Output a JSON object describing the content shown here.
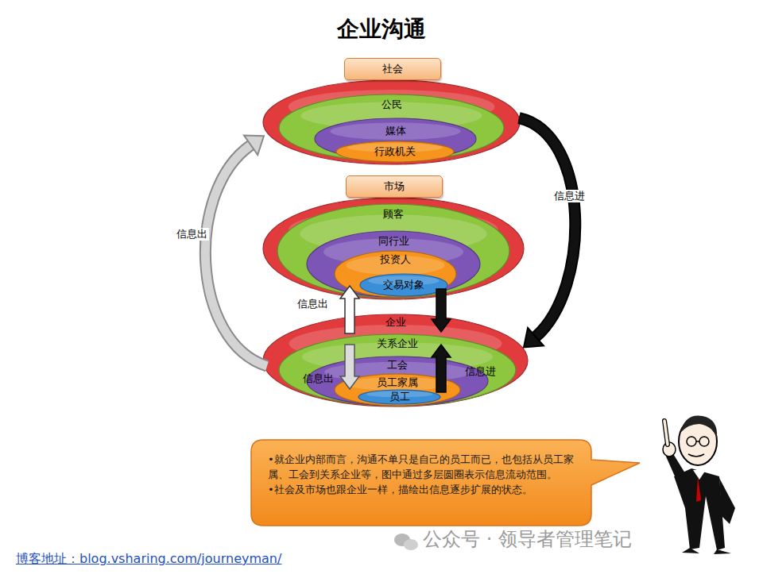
{
  "diagram": {
    "title": "企业沟通",
    "nodes": [
      {
        "text": [
          "社会"
        ]
      },
      {
        "text": [
          "公民"
        ],
        "in": 0
      },
      {
        "text": [
          "媒体"
        ],
        "in": 1
      },
      {
        "text": [
          "行政机关"
        ],
        "in": 2
      },
      {
        "text": [
          "市场"
        ]
      },
      {
        "text": [
          "顾客"
        ],
        "in": 4
      },
      {
        "text": [
          "同行业"
        ],
        "in": 5
      },
      {
        "text": [
          "投资人"
        ],
        "in": 6
      },
      {
        "text": [
          "交易对象"
        ],
        "in": 7
      },
      {
        "text": [
          "企业"
        ]
      },
      {
        "text": [
          "关系企业"
        ],
        "in": 9
      },
      {
        "text": [
          "工会"
        ],
        "in": 10
      },
      {
        "text": [
          "员工家属"
        ],
        "in": 11
      },
      {
        "text": [
          "员工"
        ],
        "in": 12
      },
      {
        "text": [
          "•就企业内部而言，沟通不单只是自己的员工而已，也包括从员工家属、工会到关系企业等，图中通过多层圆圈表示信息流动范围。",
          "•社会及市场也跟企业一样，描绘出信息逐步扩展的状态。"
        ]
      }
    ],
    "edges": [
      {
        "from": 9,
        "to": 0,
        "arrow": "to",
        "label": "信息出"
      },
      {
        "from": 0,
        "to": 9,
        "arrow": "to",
        "label": "信息进"
      },
      {
        "from": 10,
        "to": 8,
        "arrow": "to",
        "label": "信息出"
      },
      {
        "from": 8,
        "to": 10,
        "arrow": "to"
      },
      {
        "from": 10,
        "to": 13,
        "arrow": "to",
        "label": "信息出"
      },
      {
        "from": 13,
        "to": 10,
        "arrow": "to",
        "label": "信息进"
      }
    ],
    "labels": [
      "公众号 · 领导者管理笔记",
      "博客地址：blog.vsharing.com/journeyman/"
    ]
  }
}
